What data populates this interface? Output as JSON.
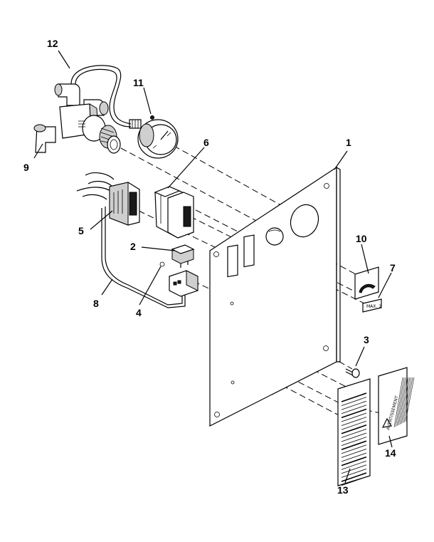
{
  "callouts": [
    {
      "id": "c1",
      "label": "1"
    },
    {
      "id": "c2",
      "label": "2"
    },
    {
      "id": "c3",
      "label": "3"
    },
    {
      "id": "c4",
      "label": "4"
    },
    {
      "id": "c5",
      "label": "5"
    },
    {
      "id": "c6",
      "label": "6"
    },
    {
      "id": "c7",
      "label": "7"
    },
    {
      "id": "c8",
      "label": "8"
    },
    {
      "id": "c9",
      "label": "9"
    },
    {
      "id": "c10",
      "label": "10"
    },
    {
      "id": "c11",
      "label": "11"
    },
    {
      "id": "c12",
      "label": "12"
    },
    {
      "id": "c13",
      "label": "13"
    },
    {
      "id": "c14",
      "label": "14"
    }
  ],
  "labels": {
    "tag_small": "MAX. 1",
    "sign_title": "AVERTISSEMENT"
  }
}
